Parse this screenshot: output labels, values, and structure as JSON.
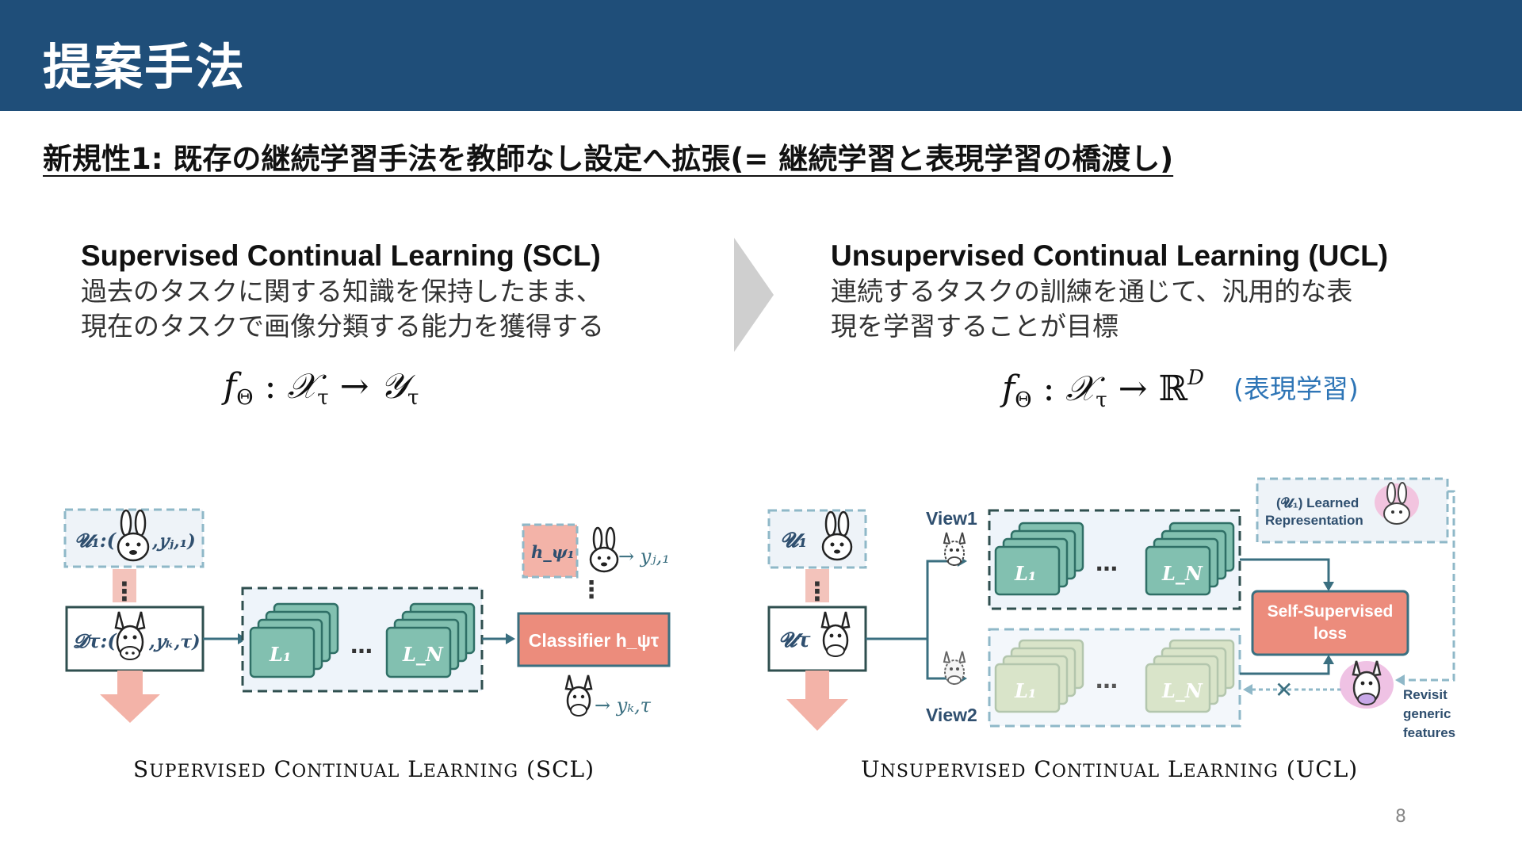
{
  "header": {
    "title": "提案手法"
  },
  "novelty": "新規性1: 既存の継続学習手法を教師なし設定へ拡張(= 継続学習と表現学習の橋渡し)",
  "scl": {
    "heading": "Supervised Continual Learning (SCL)",
    "desc_line1": "過去のタスクに関する知識を保持したまま、",
    "desc_line2": "現在のタスクで画像分類する能力を獲得する",
    "formula": {
      "f": "f",
      "theta": "Θ",
      "colon": " : ",
      "x": "𝒳",
      "tau": "τ",
      "arrow": " → ",
      "y": "𝒴"
    },
    "diagram": {
      "u1_label": "𝓤₁:(",
      "u1_target": ",𝑦ⱼ,₁)",
      "dtau_label": "𝓓τ:(",
      "dtau_target": ",𝑦ₖ,τ)",
      "layer_first": "L₁",
      "layer_last": "L_N",
      "ellipsis": "…",
      "head_label": "h_ψ₁",
      "head_out": "→ 𝑦ⱼ,₁",
      "vdots": "⋮",
      "classifier_label": "Classifier h_ψτ",
      "classifier_out": "→ 𝑦ₖ,τ"
    },
    "caption": {
      "s": "S",
      "s_rest": "UPERVISED",
      "c": "C",
      "c_rest": "ONTINUAL",
      "l": "L",
      "l_rest": "EARNING",
      "abbr": "(SCL)"
    }
  },
  "ucl": {
    "heading": "Unsupervised Continual Learning (UCL)",
    "desc_line1": "連続するタスクの訓練を通じて、汎用的な表",
    "desc_line2": "現を学習することが目標",
    "formula": {
      "f": "f",
      "theta": "Θ",
      "colon": " : ",
      "x": "𝒳",
      "tau": "τ",
      "arrow": " → ",
      "r": "ℝ",
      "d": "D"
    },
    "formula_note": "(表現学習)",
    "diagram": {
      "u1_label": "𝓤₁",
      "utau_label": "𝓤τ",
      "view1": "View1",
      "view2": "View2",
      "layer_first": "L₁",
      "layer_last": "L_N",
      "ellipsis": "…",
      "learned_rep_line1": "(𝓤₁) Learned",
      "learned_rep_line2": "Representation",
      "ssl_line1": "Self-Supervised",
      "ssl_line2": "loss",
      "block_mark": "✕",
      "revisit_line1": "Revisit",
      "revisit_line2": "generic",
      "revisit_line3": "features"
    },
    "caption": {
      "u": "U",
      "u_rest": "NSUPERVISED",
      "c": "C",
      "c_rest": "ONTINUAL",
      "l": "L",
      "l_rest": "EARNING",
      "abbr": "(UCL)"
    }
  },
  "page_number": "8",
  "colors": {
    "header": "#1f4e79",
    "teal": "#82c0b0",
    "salmon": "#ec8c7c",
    "dashed": "#8fb8c8",
    "note": "#2e75b6"
  }
}
